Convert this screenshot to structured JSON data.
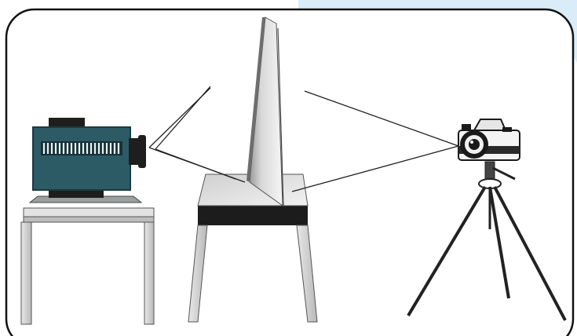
{
  "colors": {
    "background": "#ffffff",
    "accent_corner": "#d9ecf8",
    "frame_stroke": "#111111",
    "projector_body": "#2c5b66",
    "projector_dark": "#1e1e1e",
    "table_top": "#e3e3e3",
    "table_leg": "#d0d0d0",
    "screen_light": "#f2f2f2",
    "screen_dark": "#8a8a8a",
    "camera_body": "#f4f4f4",
    "tripod": "#222222"
  },
  "diagram": {
    "type": "illustration",
    "elements": [
      "projector-icon",
      "projector-table",
      "translucent-screen",
      "screen-stand",
      "camera-icon",
      "tripod"
    ],
    "rays": [
      {
        "from": "projector-lens",
        "to": "screen",
        "lines": 2
      },
      {
        "from": "screen",
        "to": "camera-lens",
        "lines": 2
      }
    ]
  }
}
